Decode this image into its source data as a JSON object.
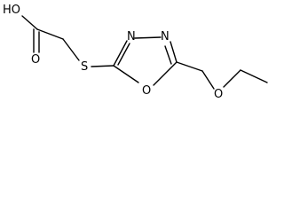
{
  "molecule": {
    "atoms": {
      "hydroxyl": "HO",
      "carbonyl_oxygen": "O",
      "sulfur": "S",
      "nitrogen_left": "N",
      "nitrogen_right": "N",
      "ring_oxygen": "O",
      "ether_oxygen": "O"
    },
    "bond_color": "#000000",
    "label_color": "#000000"
  }
}
